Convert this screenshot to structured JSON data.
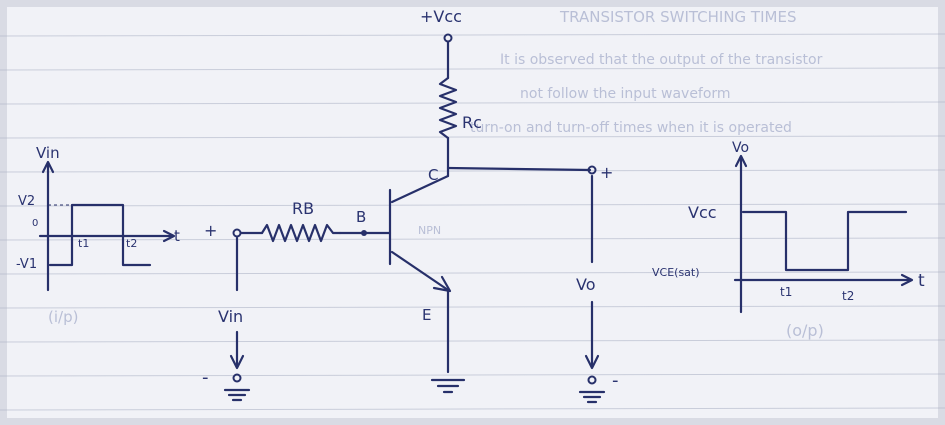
{
  "heading": "TRANSISTOR SWITCHING TIMES",
  "faint_text": [
    "It is observed that the output of the transistor",
    "not follow the input waveform",
    "turn-on and turn-off times when it is operated"
  ],
  "circuit": {
    "supply": "+Vcc",
    "collector_resistor": "Rc",
    "base_resistor": "RB",
    "collector": "C",
    "base": "B",
    "emitter": "E",
    "transistor_type": "NPN",
    "input_label": "Vin",
    "output_label": "Vo",
    "plus": "+",
    "minus": "-"
  },
  "input_waveform": {
    "axis_y": "Vin",
    "axis_x": "t",
    "high": "V2",
    "zero": "0",
    "low": "-V1",
    "t1": "t1",
    "t2": "t2",
    "caption": "(i/p)"
  },
  "output_waveform": {
    "axis_y": "Vo",
    "axis_x": "t",
    "high": "Vcc",
    "low": "VCE(sat)",
    "t1": "t1",
    "t2": "t2",
    "caption": "(o/p)"
  },
  "colors": {
    "ink": "#27306a",
    "paper": "#f4f5f9",
    "ruling": "#a9b0c4"
  }
}
